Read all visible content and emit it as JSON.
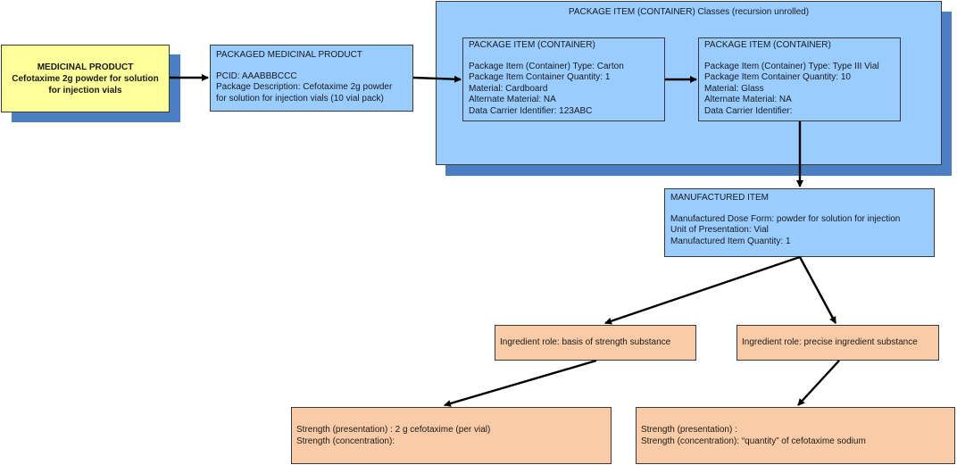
{
  "medicinal_product": {
    "title": "MEDICINAL PRODUCT",
    "name_line1": "Cefotaxime 2g powder for solution",
    "name_line2": "for injection vials"
  },
  "packaged_product": {
    "title": "PACKAGED MEDICINAL PRODUCT",
    "pcid": "PCID: AAABBBCCC",
    "description_line1": "Package Description: Cefotaxime 2g powder",
    "description_line2": "for solution for injection vials (10 vial pack)"
  },
  "container_classes": {
    "title": "PACKAGE ITEM (CONTAINER) Classes (recursion unrolled)"
  },
  "package_item_1": {
    "title": "PACKAGE ITEM (CONTAINER)",
    "lines": [
      "Package Item (Container) Type: Carton",
      "Package Item Container Quantity: 1",
      "Material: Cardboard",
      "Alternate Material: NA",
      "Data Carrier Identifier: 123ABC"
    ]
  },
  "package_item_2": {
    "title": "PACKAGE ITEM (CONTAINER)",
    "lines": [
      "Package Item (Container) Type: Type III Vial",
      "Package Item Container Quantity: 10",
      "Material: Glass",
      "Alternate Material: NA",
      "Data Carrier Identifier:"
    ]
  },
  "manufactured_item": {
    "title": "MANUFACTURED ITEM",
    "lines": [
      "Manufactured Dose Form: powder for solution for injection",
      "Unit of Presentation: Vial",
      "Manufactured Item Quantity: 1"
    ]
  },
  "ingredient_basis": {
    "label": "Ingredient role: basis of strength substance"
  },
  "ingredient_precise": {
    "label": "Ingredient role: precise ingredient substance"
  },
  "strength_basis": {
    "presentation": "Strength (presentation) : 2 g cefotaxime (per vial)",
    "concentration": "Strength (concentration):"
  },
  "strength_precise": {
    "presentation": "Strength (presentation) :",
    "concentration": "Strength (concentration): “quantity” of cefotaxime sodium"
  },
  "colors": {
    "blue_fill": "#99ccff",
    "shadow": "#4a7fc4",
    "yellow_fill": "#ffff99",
    "salmon_fill": "#f9cba6"
  }
}
